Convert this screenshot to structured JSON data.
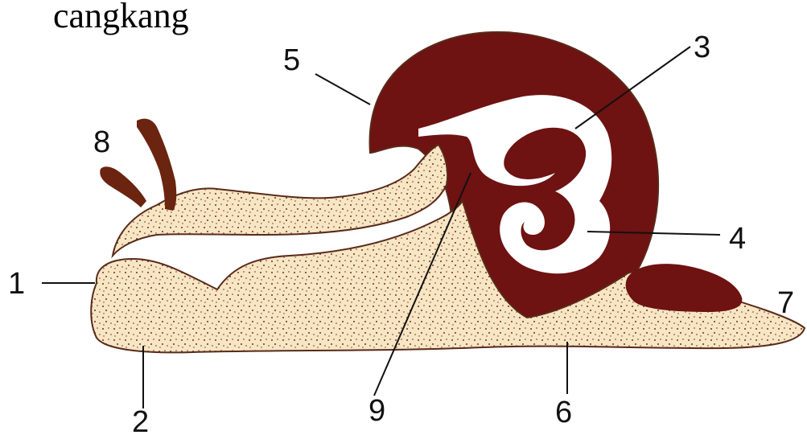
{
  "title": "cangkang",
  "colors": {
    "shell": "#6e1212",
    "body": "#f6e6c4",
    "speckle": "#7a2a1a",
    "tentacle": "#6a2410",
    "outline": "#5a2a1a",
    "leader": "#111111"
  },
  "labels": [
    {
      "id": "1",
      "text": "1"
    },
    {
      "id": "2",
      "text": "2"
    },
    {
      "id": "3",
      "text": "3"
    },
    {
      "id": "4",
      "text": "4"
    },
    {
      "id": "5",
      "text": "5"
    },
    {
      "id": "6",
      "text": "6"
    },
    {
      "id": "7",
      "text": "7"
    },
    {
      "id": "8",
      "text": "8"
    },
    {
      "id": "9",
      "text": "9"
    }
  ]
}
